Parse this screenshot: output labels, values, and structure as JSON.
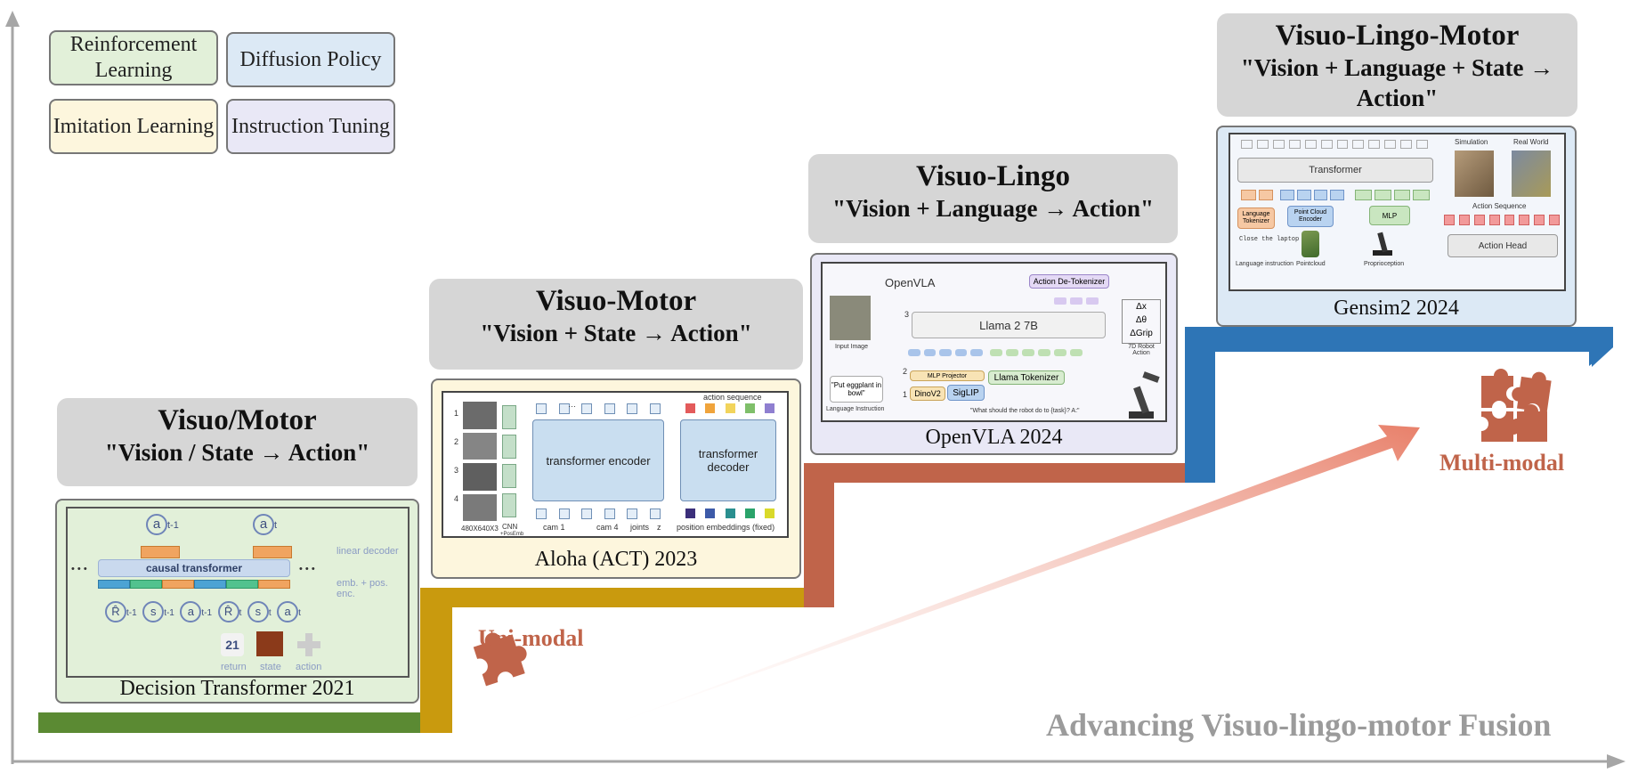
{
  "legend": [
    {
      "label": "Reinforcement Learning",
      "color": "#e2f0d9"
    },
    {
      "label": "Diffusion Policy",
      "color": "#dce9f5"
    },
    {
      "label": "Imitation Learning",
      "color": "#fdf6dd"
    },
    {
      "label": "Instruction Tuning",
      "color": "#e9e8f6"
    }
  ],
  "stages": [
    {
      "title": "Visuo/Motor",
      "subtitle": "\"Vision / State → Action\"",
      "caption": "Decision Transformer 2021",
      "step_color": "#5b8a33"
    },
    {
      "title": "Visuo-Motor",
      "subtitle": "\"Vision + State → Action\"",
      "caption": "Aloha (ACT) 2023",
      "step_color": "#c99a0e"
    },
    {
      "title": "Visuo-Lingo",
      "subtitle": "\"Vision + Language → Action\"",
      "caption": "OpenVLA 2024",
      "step_color": "#c0644a"
    },
    {
      "title": "Visuo-Lingo-Motor",
      "subtitle": "\"Vision + Language + State → Action\"",
      "caption": "Gensim2 2024",
      "step_color": "#2e75b6"
    }
  ],
  "dt": {
    "transformer": "causal transformer",
    "linear_decoder": "linear decoder",
    "emb": "emb. + pos. enc.",
    "top_tokens": [
      {
        "s": "a",
        "sub": "t-1"
      },
      {
        "s": "a",
        "sub": "t"
      }
    ],
    "bottom_tokens": [
      {
        "s": "R̂",
        "sub": "t-1"
      },
      {
        "s": "s",
        "sub": "t-1"
      },
      {
        "s": "a",
        "sub": "t-1"
      },
      {
        "s": "R̂",
        "sub": "t"
      },
      {
        "s": "s",
        "sub": "t"
      },
      {
        "s": "a",
        "sub": "t"
      }
    ],
    "return_value": "21",
    "legend_labels": [
      "return",
      "state",
      "action"
    ],
    "dots": "• • •"
  },
  "aloha": {
    "encoder": "transformer encoder",
    "decoder": "transformer decoder",
    "action_sequence": "action sequence",
    "row_numbers": [
      "1",
      "2",
      "3",
      "4"
    ],
    "image_size": "480X640X3",
    "cnn": "CNN",
    "posemb": "+PosEmb",
    "labels": [
      "cam 1",
      "cam 4",
      "joints",
      "z"
    ],
    "pos_emb": "position embeddings (fixed)",
    "dots": "···",
    "action_colors": [
      "#e35b5b",
      "#f0a43c",
      "#f2d45c",
      "#7fbf6a",
      "#8f7fd0"
    ],
    "pos_colors": [
      "#3b2f7a",
      "#3d5aa8",
      "#2a8f8f",
      "#2aa36a",
      "#d9d92a"
    ]
  },
  "openvla": {
    "name": "OpenVLA",
    "detokenizer": "Action De-Tokenizer",
    "llama": "Llama 2 7B",
    "mlp": "MLP Projector",
    "dino": "DinoV2",
    "siglip": "SigLIP",
    "tokenizer": "Llama Tokenizer",
    "input_image": "Input Image",
    "prompt": "\"Put eggplant in bowl\"",
    "lang_instr": "Language Instruction",
    "question": "\"What should the robot do to {task}? A:\"",
    "deltas": [
      "Δx",
      "Δθ",
      "ΔGrip"
    ],
    "robot_action": "7D Robot Action",
    "step_numbers": [
      "1",
      "2",
      "3"
    ]
  },
  "gensim": {
    "transformer": "Transformer",
    "lang_tok": "Language Tokenizer",
    "pc_enc": "Point Cloud Encoder",
    "mlp": "MLP",
    "close_laptop": "Close the laptop",
    "lang_instr": "Language instruction",
    "pointcloud": "Pointcloud",
    "proprio": "Proprioception",
    "simulation": "Simulation",
    "real_world": "Real World",
    "action_seq": "Action Sequence",
    "action_head": "Action Head"
  },
  "uni_modal": "Uni-modal",
  "multi_modal": "Multi-modal",
  "fusion": "Advancing Visuo-lingo-motor Fusion",
  "colors": {
    "puzzle": "#c0644a",
    "axis": "#a6a6a6",
    "arrow": "#f2b8a8"
  }
}
